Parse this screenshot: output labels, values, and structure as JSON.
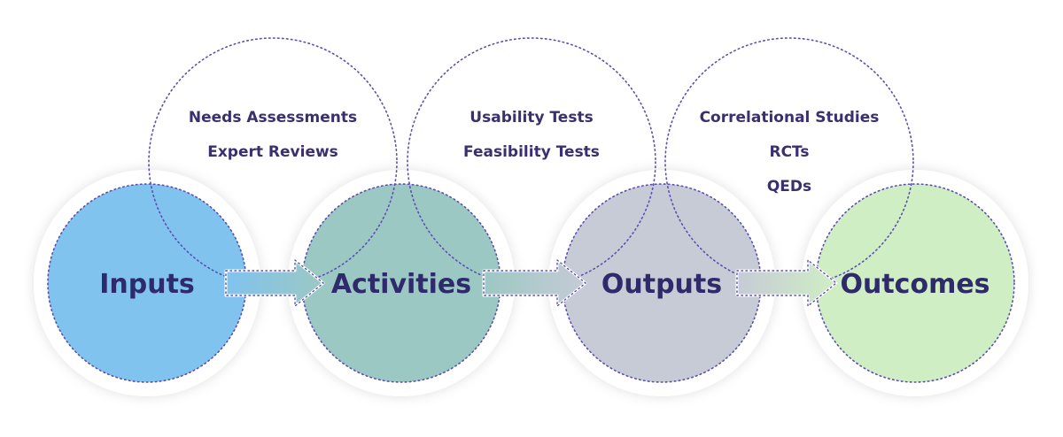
{
  "colors": {
    "stage_inputs": "#7fc3ee",
    "stage_activities": "#9cc8c3",
    "stage_outputs": "#c6cbd6",
    "stage_outcomes": "#cfeec4",
    "dotted_outline": "#5a4fb0",
    "text_primary": "#2e2a6b"
  },
  "stages": [
    {
      "label": "Inputs"
    },
    {
      "label": "Activities"
    },
    {
      "label": "Outputs"
    },
    {
      "label": "Outcomes"
    }
  ],
  "method_groups": [
    {
      "items": [
        "Needs Assessments",
        "Expert Reviews"
      ]
    },
    {
      "items": [
        "Usability Tests",
        "Feasibility Tests"
      ]
    },
    {
      "items": [
        "Correlational Studies",
        "RCTs",
        "QEDs"
      ]
    }
  ],
  "arrows": [
    {
      "from_color": "#7fc3ee",
      "to_color": "#9cc8c3"
    },
    {
      "from_color": "#9cc8c3",
      "to_color": "#c6cbd6"
    },
    {
      "from_color": "#c6cbd6",
      "to_color": "#cfeec4"
    }
  ]
}
